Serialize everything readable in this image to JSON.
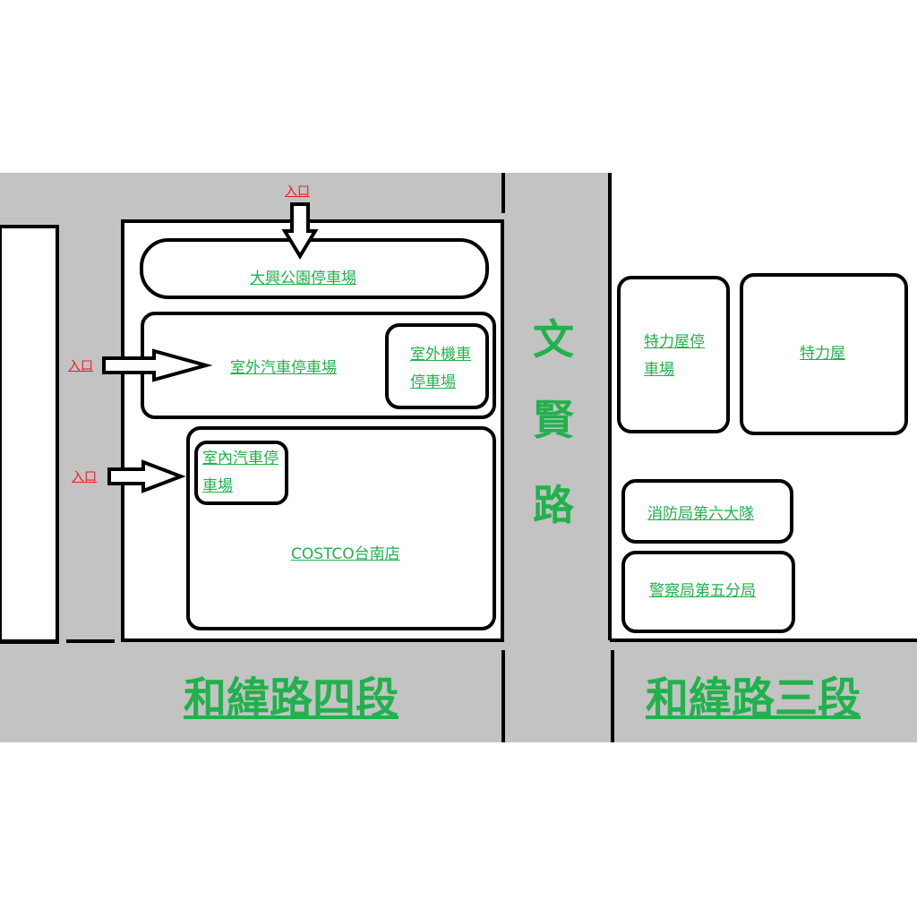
{
  "colors": {
    "road": "#c3c3c3",
    "outline": "#000000",
    "label": "#22b14c",
    "entrance": "#ed1c24"
  },
  "entrances": [
    {
      "label": "入口"
    },
    {
      "label": "入口"
    },
    {
      "label": "入口"
    }
  ],
  "facilities": {
    "dashing_park_lot": "大興公園停車場",
    "outdoor_car_lot": "室外汽車停車場",
    "outdoor_moto_lot": [
      "室外機車",
      "停車場"
    ],
    "indoor_car_lot": [
      "室內汽車停",
      "車場"
    ],
    "costco": "COSTCO台南店",
    "rt_mart_lot": [
      "特力屋停",
      "車場"
    ],
    "rt_mart": "特力屋",
    "fire_station": "消防局第六大隊",
    "police_station": "警察局第五分局"
  },
  "roads": {
    "vertical": [
      "文",
      "賢",
      "路"
    ],
    "south_west": "和緯路四段",
    "south_east": "和緯路三段"
  }
}
